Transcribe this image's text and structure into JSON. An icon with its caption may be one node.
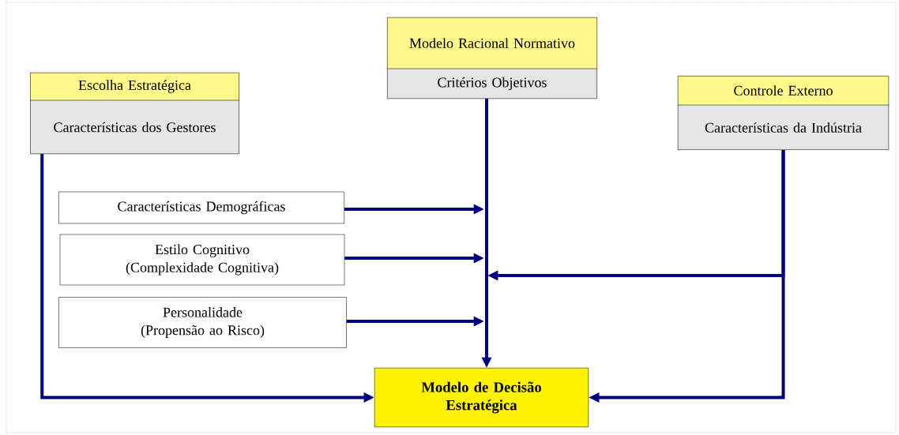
{
  "diagram": {
    "nodes": [
      {
        "text": [
          "Escolha Estratégica",
          "Características dos Gestores"
        ]
      },
      {
        "text": [
          "Modelo Racional Normativo",
          "Critérios Objetivos"
        ]
      },
      {
        "text": [
          "Controle Externo",
          "Características da Indústria"
        ]
      },
      {
        "text": [
          "Características Demográficas"
        ]
      },
      {
        "text": [
          "Estilo Cognitivo (Complexidade Cognitiva)"
        ]
      },
      {
        "text": [
          "Personalidade (Propensão ao Risco)"
        ]
      },
      {
        "text": [
          "Modelo de Decisão Estratégica"
        ]
      }
    ],
    "edges": [
      {
        "from": 0,
        "to": 6,
        "arrow": "to"
      },
      {
        "from": 1,
        "to": 6,
        "arrow": "to"
      },
      {
        "from": 2,
        "to": 6,
        "arrow": "to"
      },
      {
        "from": 2,
        "to": null,
        "arrow": "to"
      },
      {
        "from": 3,
        "to": null,
        "arrow": "to"
      },
      {
        "from": 4,
        "to": null,
        "arrow": "to"
      },
      {
        "from": 5,
        "to": null,
        "arrow": "to"
      }
    ]
  }
}
